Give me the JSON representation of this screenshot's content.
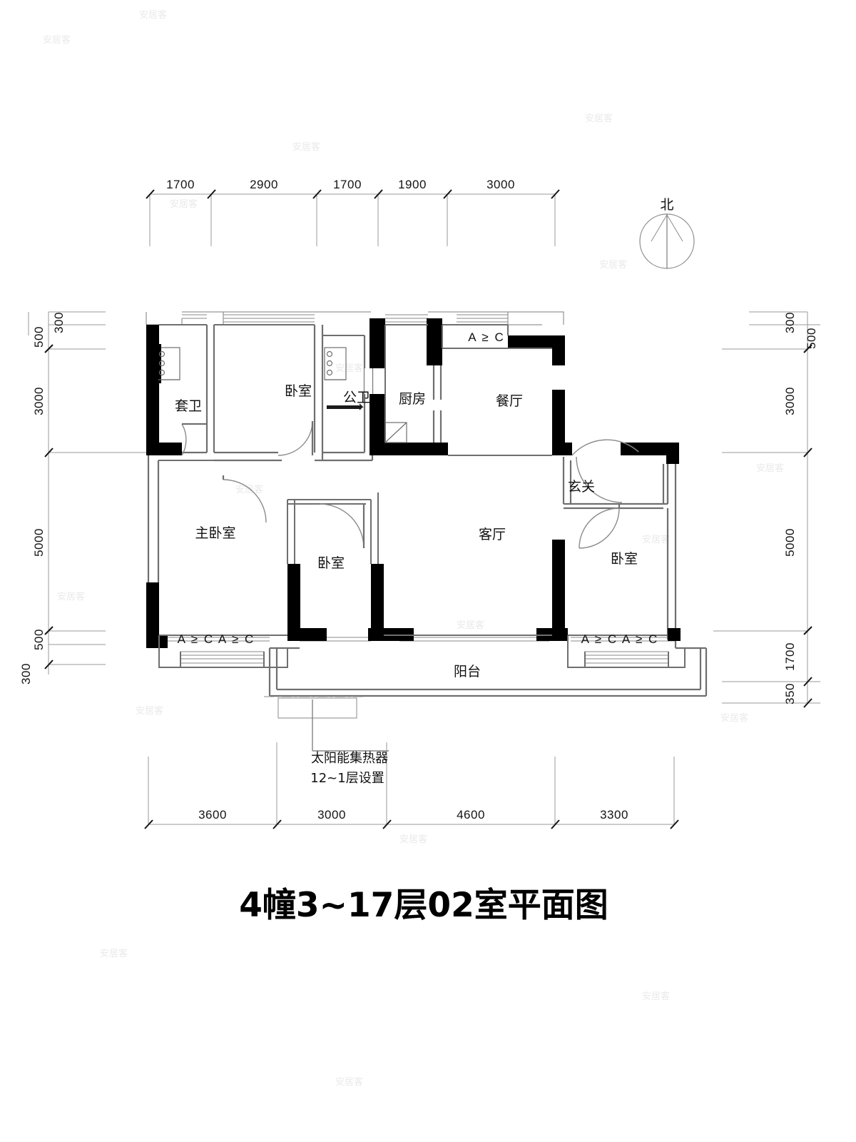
{
  "title": "4幢3~17层02室平面图",
  "north_label": "北",
  "dimensions": {
    "top": [
      "1700",
      "2900",
      "1700",
      "1900",
      "3000"
    ],
    "bottom": [
      "3600",
      "3000",
      "4600",
      "3300"
    ],
    "left": [
      "300",
      "500",
      "3000",
      "5000",
      "500",
      "300"
    ],
    "right": [
      "300",
      "500",
      "3000",
      "5000",
      "1700",
      "350"
    ]
  },
  "rooms": [
    {
      "key": "ensuite_bath",
      "label": "套卫"
    },
    {
      "key": "bedroom_north",
      "label": "卧室"
    },
    {
      "key": "public_bath",
      "label": "公卫"
    },
    {
      "key": "kitchen",
      "label": "厨房"
    },
    {
      "key": "dining",
      "label": "餐厅"
    },
    {
      "key": "master_bedroom",
      "label": "主卧室"
    },
    {
      "key": "bedroom_middle",
      "label": "卧室"
    },
    {
      "key": "living_room",
      "label": "客厅"
    },
    {
      "key": "foyer",
      "label": "玄关"
    },
    {
      "key": "bedroom_east",
      "label": "卧室"
    },
    {
      "key": "balcony",
      "label": "阳台"
    }
  ],
  "window_labels": {
    "dining_window": "A ≥ C",
    "master_window": "A ≥ C A ≥ C",
    "east_window": "A ≥ C A ≥ C"
  },
  "annotation": {
    "line1": "太阳能集热器",
    "line2": "12~1层设置"
  },
  "watermark": "安居客",
  "colors": {
    "wall_solid": "#000000",
    "wall_line": "#6b6b6b",
    "dim_line": "#9a9a9a",
    "text": "#111111",
    "background": "#ffffff"
  }
}
